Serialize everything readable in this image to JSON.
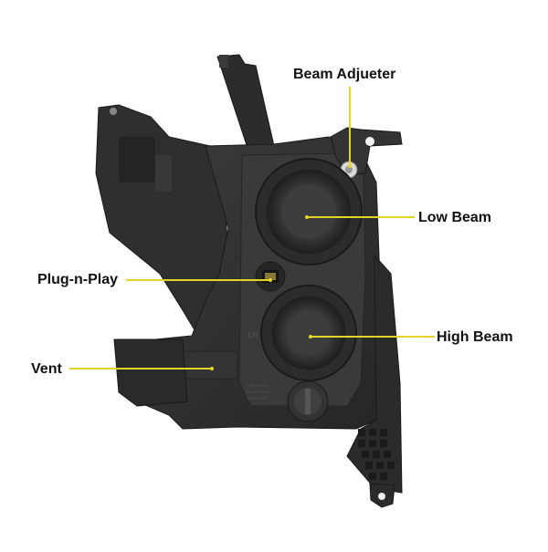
{
  "callouts": {
    "beam_adjuster": "Beam Adjueter",
    "low_beam": "Low Beam",
    "plug_n_play": "Plug-n-Play",
    "high_beam": "High Beam",
    "vent": "Vent"
  },
  "housing_marks": {
    "side": "LH"
  },
  "colors": {
    "leader_line": "#e3d32a",
    "housing_dark": "#2e2e2e",
    "housing_mid": "#4a4a4a",
    "background": "#ffffff"
  }
}
